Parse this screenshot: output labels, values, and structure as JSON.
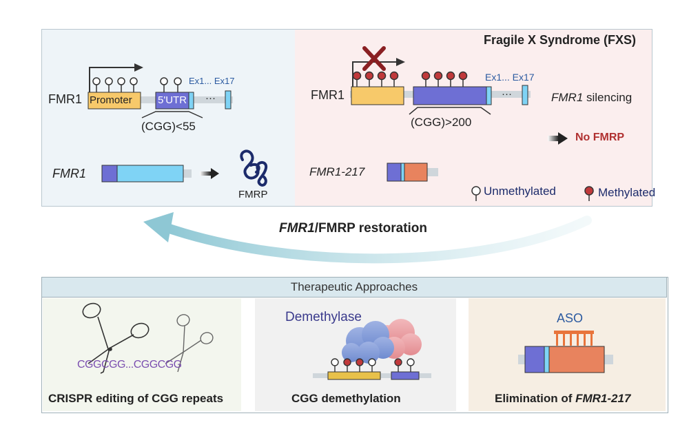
{
  "healthy": {
    "gene_label": "FMR1",
    "promoter_label": "Promoter",
    "utr_label": "5'UTR",
    "exon_label": "Ex1... Ex17",
    "dots": "···",
    "repeat_label": "(CGG)<55",
    "transcript_label": "FMR1",
    "protein_label": "FMRP"
  },
  "fxs": {
    "title": "Fragile X Syndrome (FXS)",
    "gene_label": "FMR1",
    "exon_label": "Ex1... Ex17",
    "dots": "···",
    "repeat_label": "(CGG)>200",
    "silencing_gene": "FMR1",
    "silencing_text": " silencing",
    "no_protein_label": "No FMRP",
    "transcript_label": "FMR1-217",
    "legend_unmethylated": "Unmethylated",
    "legend_methylated": "Methylated"
  },
  "restoration": {
    "gene": "FMR1",
    "rest": "/FMRP restoration"
  },
  "therapeutic": {
    "header": "Therapeutic Approaches",
    "crispr_sequence": "CGGCGG...CGGCGG",
    "crispr_caption": "CRISPR editing of CGG repeats",
    "demethylase_label": "Demethylase",
    "demethylation_caption": "CGG demethylation",
    "aso_label": "ASO",
    "elimination_prefix": "Elimination of ",
    "elimination_gene": "FMR1-217"
  },
  "colors": {
    "promoter": "#f7c96a",
    "utr": "#6e6fd4",
    "exon": "#7fd3f5",
    "methylated": "#c0393b",
    "no_fmrp": "#b03030",
    "asobar": "#e8743b",
    "arrow": "#8ec7d4"
  }
}
